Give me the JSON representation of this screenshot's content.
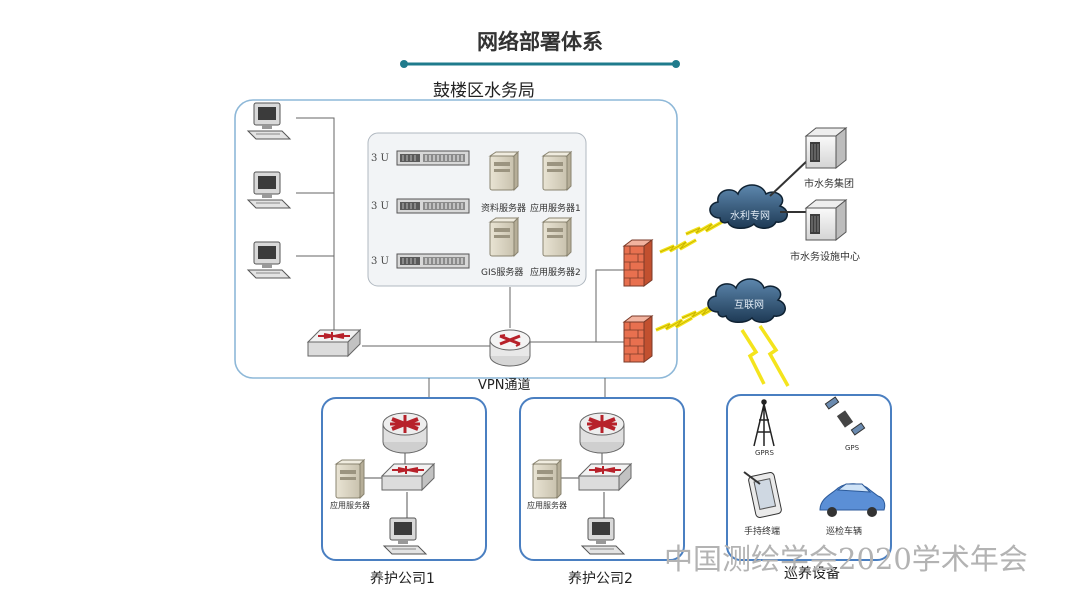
{
  "title": "网络部署体系",
  "bureau": "鼓楼区水务局",
  "vpn": "VPN通道",
  "rack_unit": "3 U",
  "servers": {
    "data_server": "资料服务器",
    "app_server_1": "应用服务器1",
    "gis_server": "GIS服务器",
    "app_server_2": "应用服务器2"
  },
  "clouds": {
    "water_private_net": "水利专网",
    "internet": "互联网"
  },
  "external": {
    "water_group": "市水务集团",
    "facility_center": "市水务设施中心"
  },
  "companies": [
    {
      "name": "养护公司1",
      "server": "应用服务器"
    },
    {
      "name": "养护公司2",
      "server": "应用服务器"
    }
  ],
  "patrol": {
    "name": "巡养设备",
    "gprs": "GPRS",
    "gps": "GPS",
    "handheld": "手持终端",
    "vehicle": "巡检车辆"
  },
  "watermark": "中国测绘学会2020学术年会",
  "colors": {
    "accent": "#1f7b8c",
    "frame": "#8eb8d8",
    "company_frame": "#4a7fc1",
    "firewall": "#e8704f",
    "cloud": "#2c4f6e",
    "router_red": "#b7212a"
  }
}
